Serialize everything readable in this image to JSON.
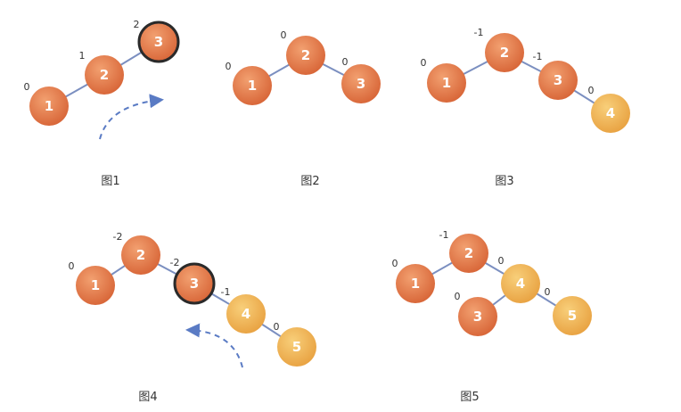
{
  "colors": {
    "node_dark": "#e07a4a",
    "node_light": "#f0b45a",
    "edge": "#7b8fc0",
    "arrow": "#5a7bc4",
    "highlight_ring": "#2a2a2a"
  },
  "figures": [
    {
      "caption": "图1",
      "nodes": [
        {
          "value": "1",
          "balance": "0",
          "tone": "dark",
          "highlight": false
        },
        {
          "value": "2",
          "balance": "1",
          "tone": "dark",
          "highlight": false
        },
        {
          "value": "3",
          "balance": "2",
          "tone": "dark",
          "highlight": true
        }
      ],
      "edges": [
        [
          "1",
          "2"
        ],
        [
          "2",
          "3"
        ]
      ],
      "rotation_arrow": "clockwise"
    },
    {
      "caption": "图2",
      "nodes": [
        {
          "value": "1",
          "balance": "0",
          "tone": "dark",
          "highlight": false
        },
        {
          "value": "2",
          "balance": "0",
          "tone": "dark",
          "highlight": false
        },
        {
          "value": "3",
          "balance": "0",
          "tone": "dark",
          "highlight": false
        }
      ],
      "edges": [
        [
          "2",
          "1"
        ],
        [
          "2",
          "3"
        ]
      ]
    },
    {
      "caption": "图3",
      "nodes": [
        {
          "value": "1",
          "balance": "0",
          "tone": "dark",
          "highlight": false
        },
        {
          "value": "2",
          "balance": "-1",
          "tone": "dark",
          "highlight": false
        },
        {
          "value": "3",
          "balance": "-1",
          "tone": "dark",
          "highlight": false
        },
        {
          "value": "4",
          "balance": "0",
          "tone": "light",
          "highlight": false
        }
      ],
      "edges": [
        [
          "2",
          "1"
        ],
        [
          "2",
          "3"
        ],
        [
          "3",
          "4"
        ]
      ]
    },
    {
      "caption": "图4",
      "nodes": [
        {
          "value": "1",
          "balance": "0",
          "tone": "dark",
          "highlight": false
        },
        {
          "value": "2",
          "balance": "-2",
          "tone": "dark",
          "highlight": false
        },
        {
          "value": "3",
          "balance": "-2",
          "tone": "dark",
          "highlight": true
        },
        {
          "value": "4",
          "balance": "-1",
          "tone": "light",
          "highlight": false
        },
        {
          "value": "5",
          "balance": "0",
          "tone": "light",
          "highlight": false
        }
      ],
      "edges": [
        [
          "2",
          "1"
        ],
        [
          "2",
          "3"
        ],
        [
          "3",
          "4"
        ],
        [
          "4",
          "5"
        ]
      ],
      "rotation_arrow": "counterclockwise"
    },
    {
      "caption": "图5",
      "nodes": [
        {
          "value": "1",
          "balance": "0",
          "tone": "dark",
          "highlight": false
        },
        {
          "value": "2",
          "balance": "-1",
          "tone": "dark",
          "highlight": false
        },
        {
          "value": "3",
          "balance": "0",
          "tone": "dark",
          "highlight": false
        },
        {
          "value": "4",
          "balance": "0",
          "tone": "light",
          "highlight": false
        },
        {
          "value": "5",
          "balance": "0",
          "tone": "light",
          "highlight": false
        }
      ],
      "edges": [
        [
          "2",
          "1"
        ],
        [
          "2",
          "4"
        ],
        [
          "4",
          "3"
        ],
        [
          "4",
          "5"
        ]
      ]
    }
  ]
}
